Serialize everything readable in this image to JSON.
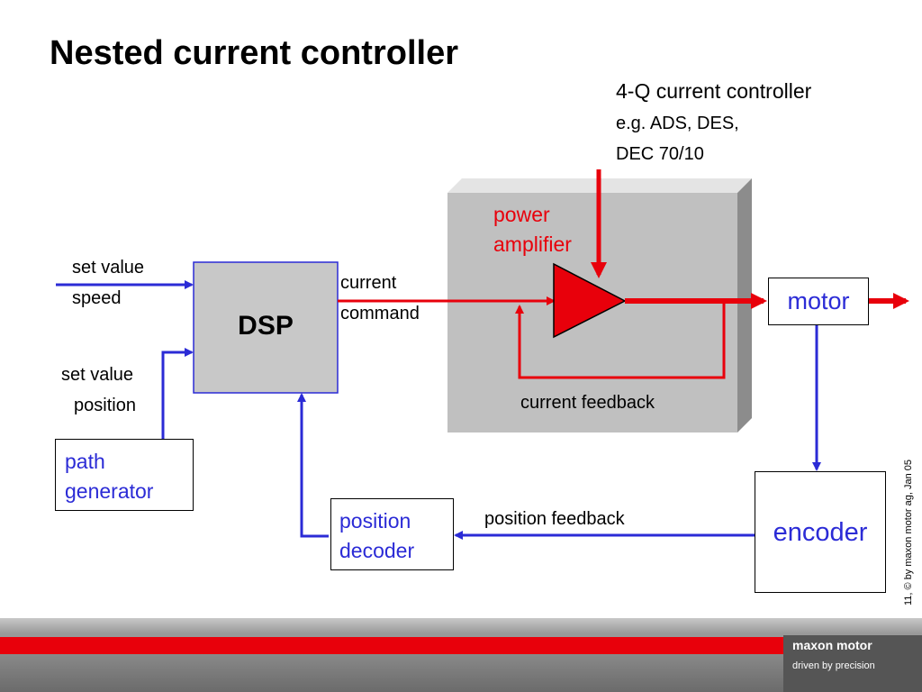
{
  "title": "Nested current controller",
  "controller_label": {
    "line1": "4-Q current controller",
    "line2": "e.g. ADS, DES,",
    "line3": "DEC 70/10"
  },
  "power_amplifier": {
    "line1": "power",
    "line2": "amplifier"
  },
  "set_value_speed": {
    "line1": "set value",
    "line2": "speed"
  },
  "set_value_position": {
    "line1": "set value",
    "line2": "position"
  },
  "dsp": "DSP",
  "current_command": {
    "line1": "current",
    "line2": "command"
  },
  "motor": "motor",
  "current_feedback": "current feedback",
  "path_generator": {
    "line1": "path",
    "line2": "generator"
  },
  "position_decoder": {
    "line1": "position",
    "line2": "decoder"
  },
  "position_feedback": "position feedback",
  "encoder": "encoder",
  "copyright": "11,  © by maxon motor ag, Jan 05",
  "footer": {
    "brand": "maxon motor",
    "tagline": "driven by precision"
  },
  "colors": {
    "signal_red": "#e8000b",
    "signal_blue": "#2b2bd6",
    "dsp_fill": "#c8c8c8",
    "controller_fill": "#c0c0c0"
  }
}
